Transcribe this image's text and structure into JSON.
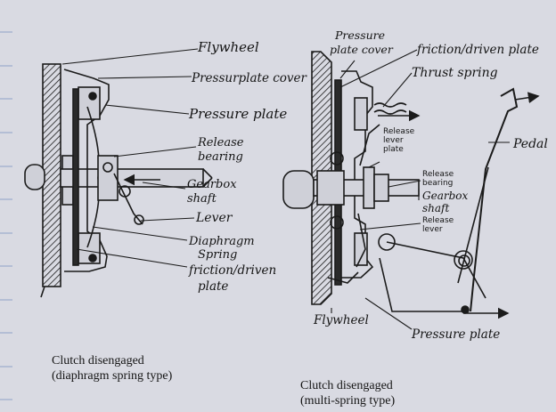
{
  "left_diagram": {
    "labels": {
      "flywheel": "Flywheel",
      "pressure_plate_cover": "Pressurplate cover",
      "pressure_plate": "Pressure plate",
      "release_bearing_1": "Release",
      "release_bearing_2": "bearing",
      "gearbox_shaft_1": "Gearbox",
      "gearbox_shaft_2": "shaft",
      "lever": "Lever",
      "diaphragm_spring_1": "Diaphragm",
      "diaphragm_spring_2": "Spring",
      "friction_plate_1": "friction/driven",
      "friction_plate_2": "plate"
    },
    "caption": {
      "line1": "Clutch disengaged",
      "line2": "(diaphragm spring type)"
    }
  },
  "right_diagram": {
    "labels": {
      "pressure_plate_cover_1": "Pressure",
      "pressure_plate_cover_2": "plate cover",
      "friction_plate": "friction/driven plate",
      "thrust_spring": "Thrust spring",
      "release_lever_plate_1": "Release",
      "release_lever_plate_2": "lever",
      "release_lever_plate_3": "plate",
      "release_bearing_1": "Release",
      "release_bearing_2": "bearing",
      "gearbox_shaft_1": "Gearbox",
      "gearbox_shaft_2": "shaft",
      "release_lever_1": "Release",
      "release_lever_2": "lever",
      "pedal": "Pedal",
      "flywheel": "Flywheel",
      "pressure_plate": "Pressure plate"
    },
    "caption": {
      "line1": "Clutch disengaged",
      "line2": "(multi-spring type)"
    }
  },
  "colors": {
    "paper": "#d9dae2",
    "ink": "#141414",
    "notebook_rule": "#8fa2c8"
  }
}
